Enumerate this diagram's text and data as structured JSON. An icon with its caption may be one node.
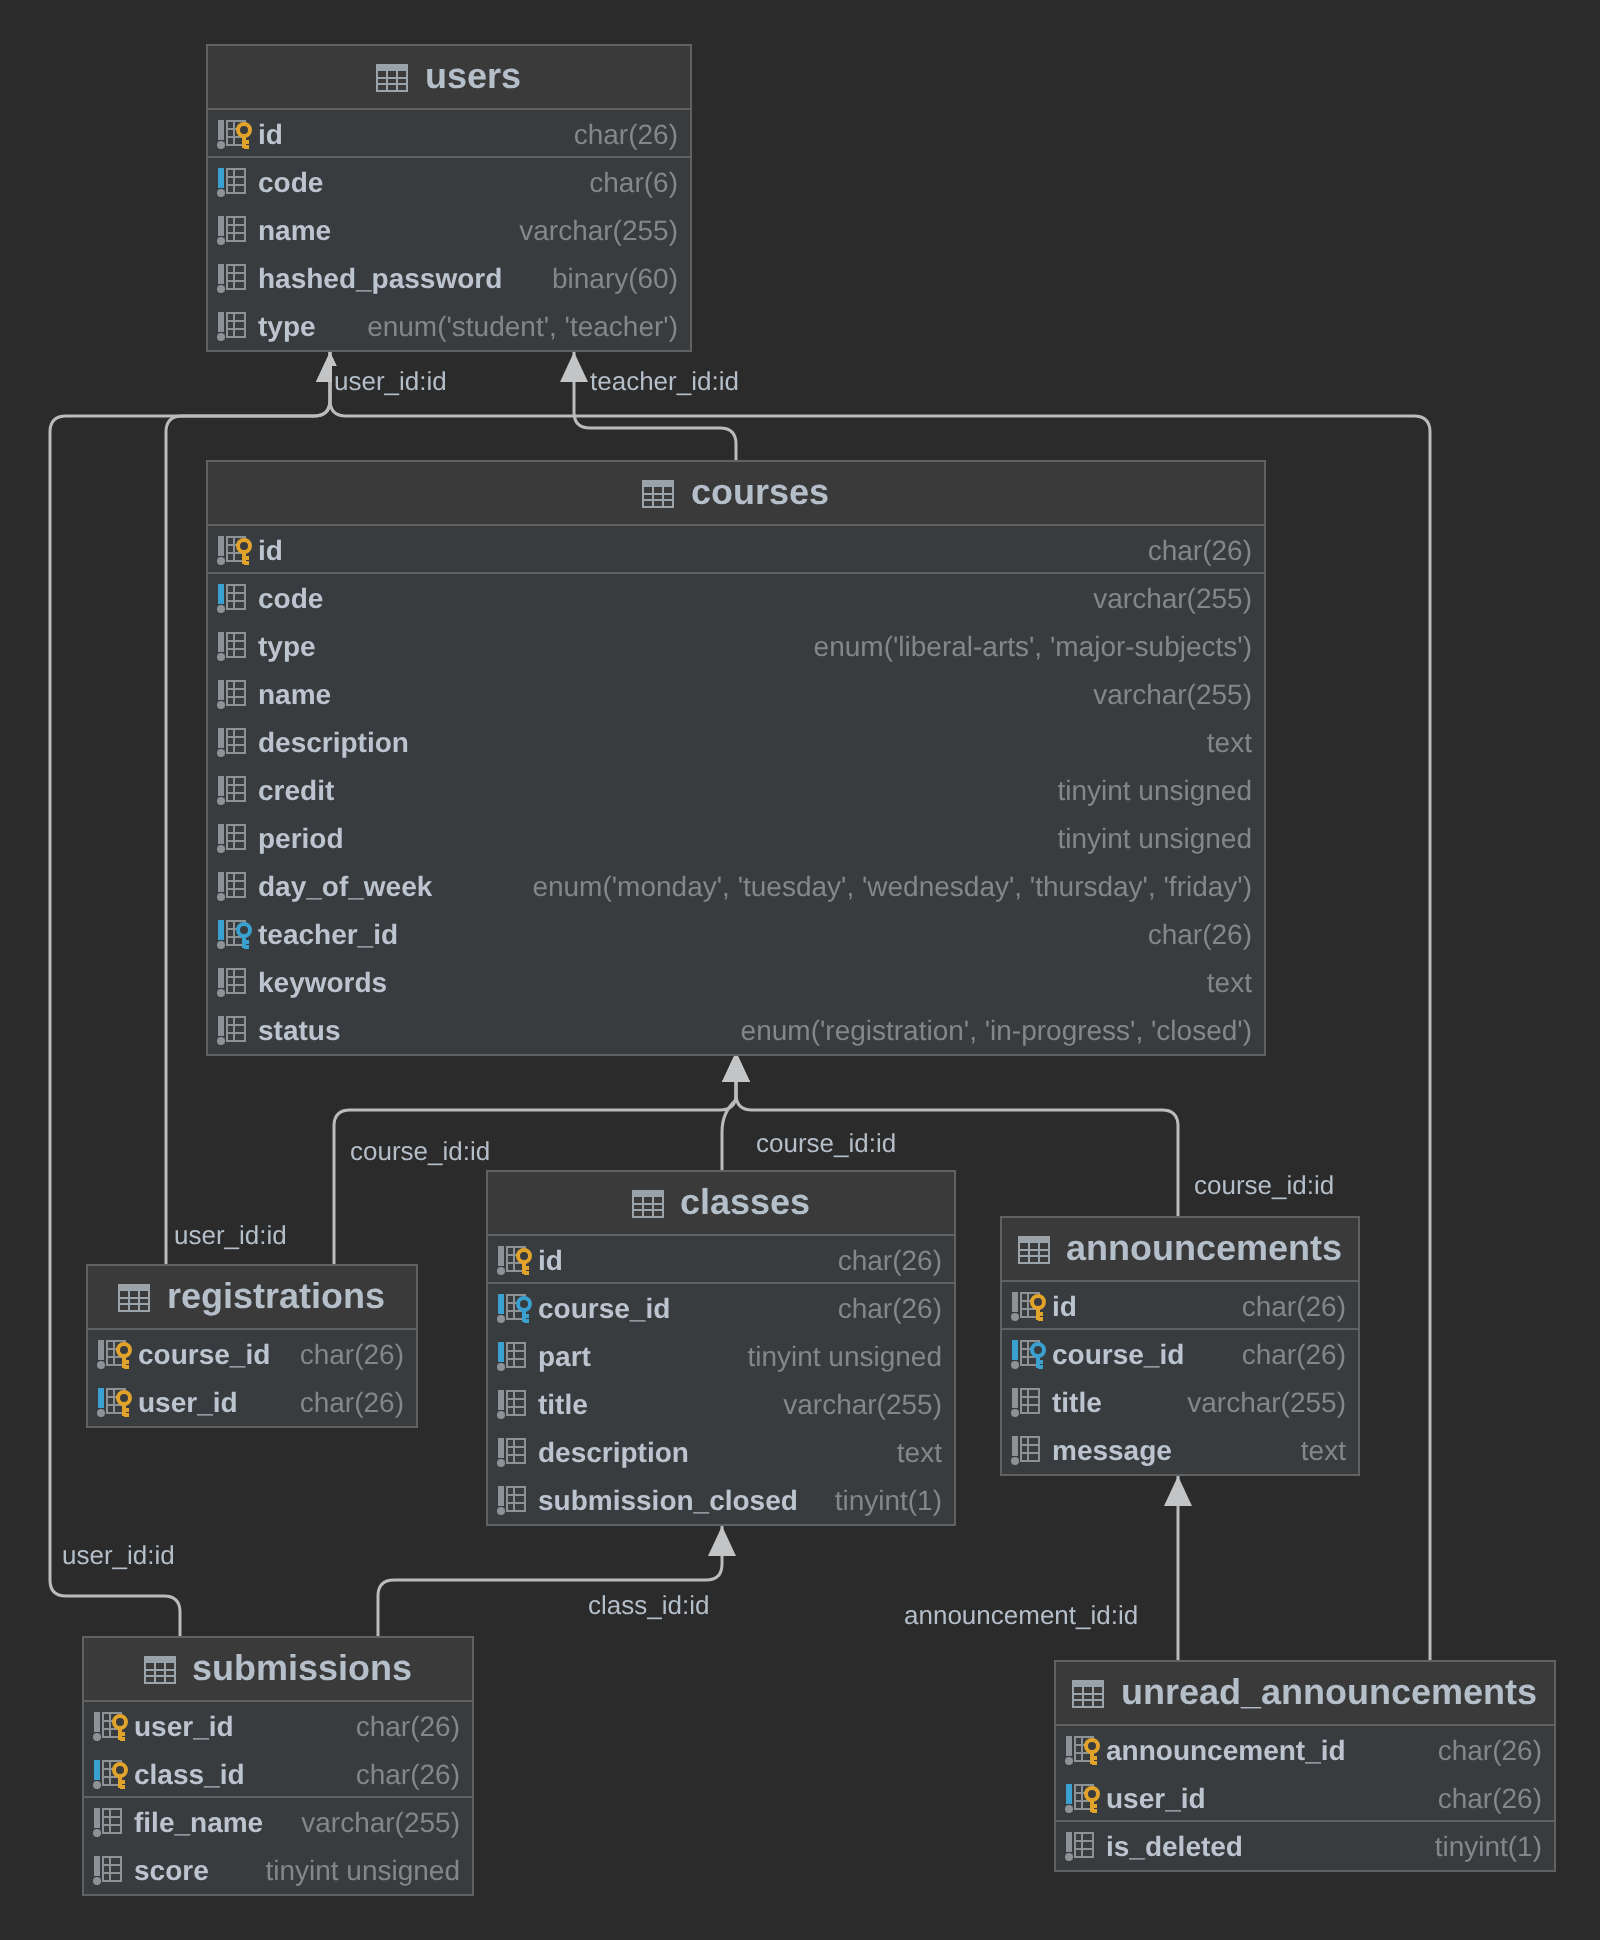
{
  "diagram": {
    "nodes": [
      {
        "text": [
          "users"
        ]
      },
      {
        "text": [
          "id",
          "char(26)"
        ],
        "in": 0
      },
      {
        "text": [
          "code",
          "char(6)"
        ],
        "in": 0
      },
      {
        "text": [
          "name",
          "varchar(255)"
        ],
        "in": 0
      },
      {
        "text": [
          "hashed_password",
          "binary(60)"
        ],
        "in": 0
      },
      {
        "text": [
          "type",
          "enum('student', 'teacher')"
        ],
        "in": 0
      },
      {
        "text": [
          "courses"
        ]
      },
      {
        "text": [
          "id",
          "char(26)"
        ],
        "in": 6
      },
      {
        "text": [
          "code",
          "varchar(255)"
        ],
        "in": 6
      },
      {
        "text": [
          "type",
          "enum('liberal-arts', 'major-subjects')"
        ],
        "in": 6
      },
      {
        "text": [
          "name",
          "varchar(255)"
        ],
        "in": 6
      },
      {
        "text": [
          "description",
          "text"
        ],
        "in": 6
      },
      {
        "text": [
          "credit",
          "tinyint unsigned"
        ],
        "in": 6
      },
      {
        "text": [
          "period",
          "tinyint unsigned"
        ],
        "in": 6
      },
      {
        "text": [
          "day_of_week",
          "enum('monday', 'tuesday', 'wednesday', 'thursday', 'friday')"
        ],
        "in": 6
      },
      {
        "text": [
          "teacher_id",
          "char(26)"
        ],
        "in": 6
      },
      {
        "text": [
          "keywords",
          "text"
        ],
        "in": 6
      },
      {
        "text": [
          "status",
          "enum('registration', 'in-progress', 'closed')"
        ],
        "in": 6
      },
      {
        "text": [
          "registrations"
        ]
      },
      {
        "text": [
          "course_id",
          "char(26)"
        ],
        "in": 18
      },
      {
        "text": [
          "user_id",
          "char(26)"
        ],
        "in": 18
      },
      {
        "text": [
          "classes"
        ]
      },
      {
        "text": [
          "id",
          "char(26)"
        ],
        "in": 21
      },
      {
        "text": [
          "course_id",
          "char(26)"
        ],
        "in": 21
      },
      {
        "text": [
          "part",
          "tinyint unsigned"
        ],
        "in": 21
      },
      {
        "text": [
          "title",
          "varchar(255)"
        ],
        "in": 21
      },
      {
        "text": [
          "description",
          "text"
        ],
        "in": 21
      },
      {
        "text": [
          "submission_closed",
          "tinyint(1)"
        ],
        "in": 21
      },
      {
        "text": [
          "announcements"
        ]
      },
      {
        "text": [
          "id",
          "char(26)"
        ],
        "in": 28
      },
      {
        "text": [
          "course_id",
          "char(26)"
        ],
        "in": 28
      },
      {
        "text": [
          "title",
          "varchar(255)"
        ],
        "in": 28
      },
      {
        "text": [
          "message",
          "text"
        ],
        "in": 28
      },
      {
        "text": [
          "submissions"
        ]
      },
      {
        "text": [
          "user_id",
          "char(26)"
        ],
        "in": 33
      },
      {
        "text": [
          "class_id",
          "char(26)"
        ],
        "in": 33
      },
      {
        "text": [
          "file_name",
          "varchar(255)"
        ],
        "in": 33
      },
      {
        "text": [
          "score",
          "tinyint unsigned"
        ],
        "in": 33
      },
      {
        "text": [
          "unread_announcements"
        ]
      },
      {
        "text": [
          "announcement_id",
          "char(26)"
        ],
        "in": 38
      },
      {
        "text": [
          "user_id",
          "char(26)"
        ],
        "in": 38
      },
      {
        "text": [
          "is_deleted",
          "tinyint(1)"
        ],
        "in": 38
      }
    ],
    "edges": [
      {
        "from": 18,
        "to": 0,
        "arrow": "to",
        "label": "user_id:id"
      },
      {
        "from": 33,
        "to": 0,
        "arrow": "to",
        "label": "user_id:id"
      },
      {
        "from": 6,
        "to": 0,
        "arrow": "to",
        "label": "teacher_id:id"
      },
      {
        "from": 38,
        "to": 0,
        "arrow": "to",
        "label": "user_id:id"
      },
      {
        "from": 18,
        "to": 6,
        "arrow": "to",
        "label": "course_id:id"
      },
      {
        "from": 21,
        "to": 6,
        "arrow": "to",
        "label": "course_id:id"
      },
      {
        "from": 28,
        "to": 6,
        "arrow": "to",
        "label": "course_id:id"
      },
      {
        "from": 33,
        "to": 21,
        "arrow": "to",
        "label": "class_id:id"
      },
      {
        "from": 38,
        "to": 28,
        "arrow": "to",
        "label": "announcement_id:id"
      }
    ]
  }
}
